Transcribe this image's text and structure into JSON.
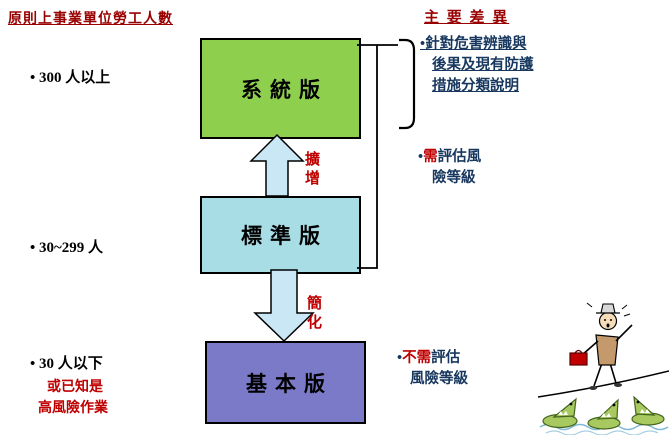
{
  "header": {
    "left_title": "原則上事業單位勞工人數",
    "right_title": "主 要 差 異"
  },
  "left_labels": {
    "top": "• 300 人以上",
    "middle": "• 30~299 人",
    "bottom": "• 30 人以下",
    "bottom_sub1": "或已知是",
    "bottom_sub2": "高風險作業"
  },
  "boxes": {
    "system": "系統版",
    "standard": "標準版",
    "basic": "基本版"
  },
  "arrows": {
    "up_label": "擴\n增",
    "down_label": "簡\n化"
  },
  "annotations": {
    "first_line1": "•針對危害辨識與",
    "first_line2": "後果及現有防護",
    "first_line3": "措施分類說明",
    "second_bullet": "•",
    "second_red": "需",
    "second_rest": "評估風",
    "second_line2": "險等級",
    "third_bullet": "•",
    "third_red": "不需",
    "third_rest": "評估",
    "third_line2": "風險等級"
  },
  "colors": {
    "title_red": "#990000",
    "accent_red": "#C00000",
    "annotation_navy": "#17375E",
    "system_green": "#8ED04E",
    "standard_teal": "#A9DDE6",
    "basic_purple": "#7B7AC9",
    "arrow_blue": "#C9E7F5"
  }
}
